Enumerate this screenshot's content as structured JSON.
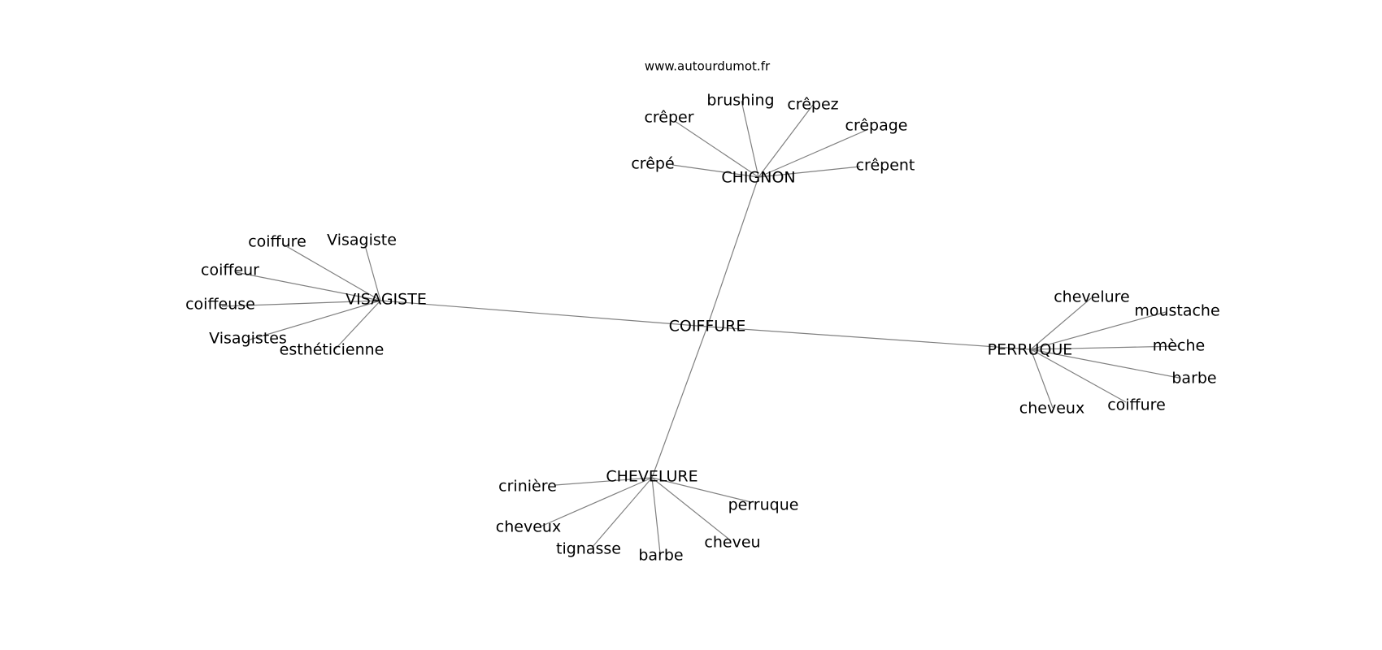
{
  "source_label": "www.autourdumot.fr",
  "center_word": "COIFFURE",
  "clusters": [
    {
      "hub": "CHIGNON",
      "words": [
        "brushing",
        "crêpez",
        "crêper",
        "crêpage",
        "crêpé",
        "crêpent"
      ]
    },
    {
      "hub": "VISAGISTE",
      "words": [
        "coiffure",
        "Visagiste",
        "coiffeur",
        "coiffeuse",
        "Visagistes",
        "esthéticienne"
      ]
    },
    {
      "hub": "PERRUQUE",
      "words": [
        "chevelure",
        "moustache",
        "mèche",
        "barbe",
        "cheveux",
        "coiffure"
      ]
    },
    {
      "hub": "CHEVELURE",
      "words": [
        "crinière",
        "perruque",
        "cheveux",
        "tignasse",
        "barbe",
        "cheveu"
      ]
    }
  ]
}
